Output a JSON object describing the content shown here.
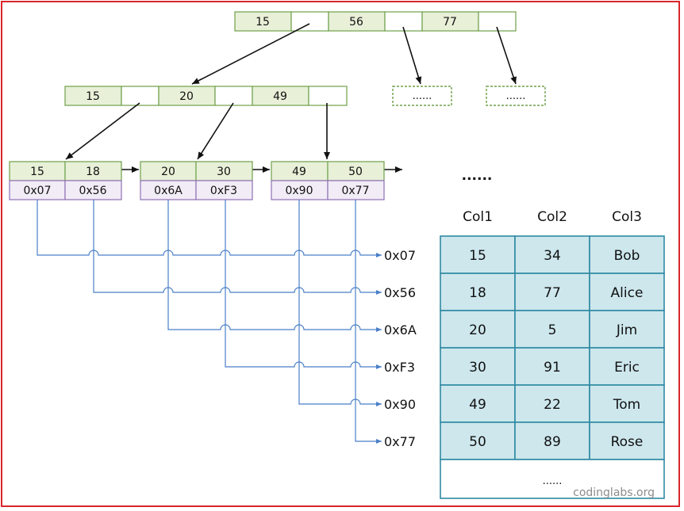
{
  "root_node": {
    "keys": [
      "15",
      "56",
      "77"
    ]
  },
  "level2_node": {
    "keys": [
      "15",
      "20",
      "49"
    ]
  },
  "placeholder_nodes": [
    "......",
    "......"
  ],
  "leaf_nodes": [
    {
      "keys": [
        "15",
        "18"
      ],
      "addrs": [
        "0x07",
        "0x56"
      ]
    },
    {
      "keys": [
        "20",
        "30"
      ],
      "addrs": [
        "0x6A",
        "0xF3"
      ]
    },
    {
      "keys": [
        "49",
        "50"
      ],
      "addrs": [
        "0x90",
        "0x77"
      ]
    }
  ],
  "leaf_continuation": "......",
  "address_labels": [
    "0x07",
    "0x56",
    "0x6A",
    "0xF3",
    "0x90",
    "0x77"
  ],
  "table": {
    "headers": [
      "Col1",
      "Col2",
      "Col3"
    ],
    "rows": [
      [
        "15",
        "34",
        "Bob"
      ],
      [
        "18",
        "77",
        "Alice"
      ],
      [
        "20",
        "5",
        "Jim"
      ],
      [
        "30",
        "91",
        "Eric"
      ],
      [
        "49",
        "22",
        "Tom"
      ],
      [
        "50",
        "89",
        "Rose"
      ]
    ],
    "ellipsis": "......"
  },
  "watermark": "codinglabs.org",
  "colors": {
    "frame": "#d9262b",
    "key_fill": "#e8f0d8",
    "key_border": "#6fa04a",
    "addr_fill": "#f1ecf6",
    "addr_border": "#8f70b5",
    "table_fill": "#cde7ed",
    "table_border": "#2f8aa3",
    "connector": "#4a7fc8"
  }
}
